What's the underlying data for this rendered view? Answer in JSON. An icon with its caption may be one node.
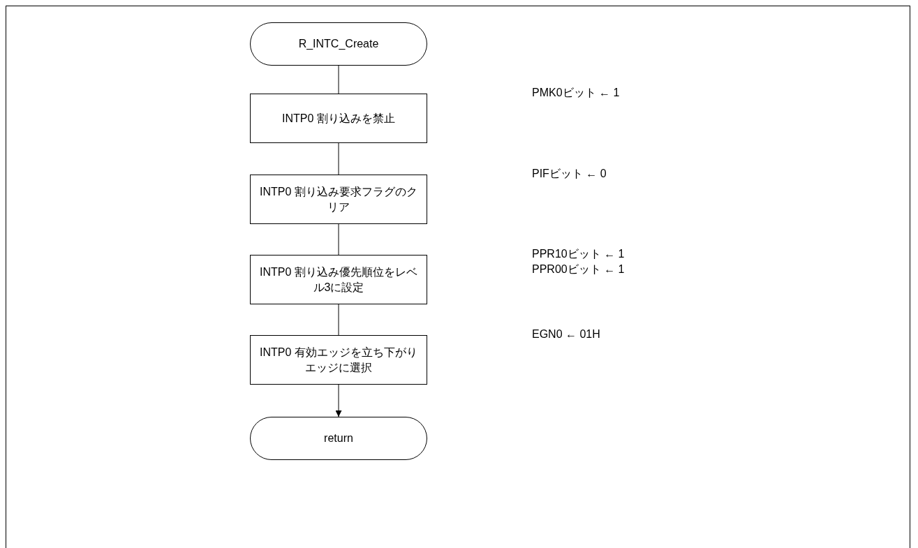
{
  "diagram": {
    "nodes": [
      {
        "text": [
          "R_INTC_Create"
        ]
      },
      {
        "text": [
          "INTP0 割り込みを禁止"
        ]
      },
      {
        "text": [
          "INTP0 割り込み要求フラグのクリア"
        ]
      },
      {
        "text": [
          "INTP0 割り込み優先順位をレベル3に設定"
        ]
      },
      {
        "text": [
          "INTP0 有効エッジを立ち下がりエッジに選択"
        ]
      },
      {
        "text": [
          "return"
        ]
      }
    ],
    "edges": [
      {
        "from": 0,
        "to": 1,
        "arrow": "none"
      },
      {
        "from": 1,
        "to": 2,
        "arrow": "none"
      },
      {
        "from": 2,
        "to": 3,
        "arrow": "none"
      },
      {
        "from": 3,
        "to": 4,
        "arrow": "none"
      },
      {
        "from": 4,
        "to": 5,
        "arrow": "to"
      }
    ],
    "labels": [
      "PMK0ビット ← 1",
      "PIFビット ← 0",
      "PPR10ビット ← 1",
      "PPR00ビット ← 1",
      "EGN0 ← 01H"
    ]
  }
}
